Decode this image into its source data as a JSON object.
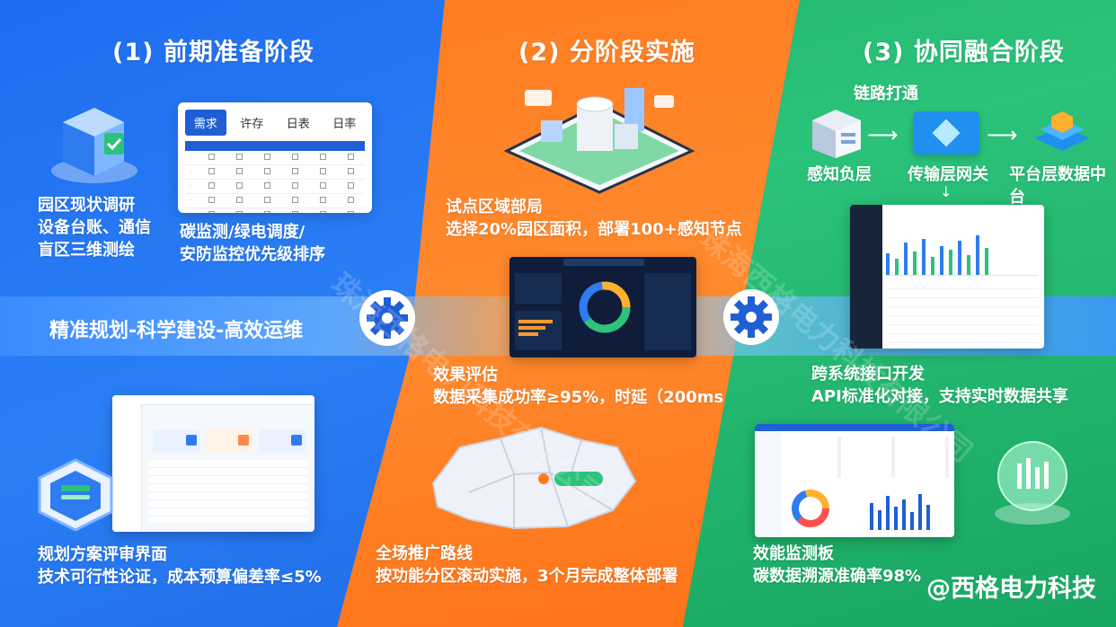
{
  "stages": [
    {
      "title": "(1) 前期准备阶段"
    },
    {
      "title": "(2) 分阶段实施"
    },
    {
      "title": "(3) 协同融合阶段"
    }
  ],
  "stage1": {
    "survey": [
      "园区现状调研",
      "设备台账、通信",
      "盲区三维测绘"
    ],
    "tabs": [
      "需求",
      "许存",
      "日表",
      "日率"
    ],
    "priority": [
      "碳监测/绿电调度/",
      "安防监控优先级排序"
    ],
    "review": [
      "规划方案评审界面",
      "技术可行性论证，成本预算偏差率≤5%"
    ]
  },
  "slogan": "精准规划-科学建设-高效运维",
  "stage2": {
    "pilot": [
      "试点区域部局",
      "选择20%园区面积，部署100+感知节点"
    ],
    "eval": [
      "效果评估",
      "数据采集成功率≥95%，时延（200ms"
    ],
    "rollout": [
      "全场推广路线",
      "按功能分区滚动实施，3个月完成整体部署"
    ]
  },
  "stage3": {
    "link": "链路打通",
    "nodes": [
      "感知负层",
      "传输层网关",
      "平台层数据中台"
    ],
    "api": [
      "跨系统接口开发",
      "API标准化对接，支持实时数据共享"
    ],
    "monitor": [
      "效能监测板",
      "碳数据溯源准确率98%"
    ]
  },
  "watermark": "珠海西格电力科技有限公司",
  "brand": "@西格电力科技",
  "colors": {
    "blue": "#1f6df0",
    "orange": "#ff7a1f",
    "green": "#1fb36b"
  }
}
